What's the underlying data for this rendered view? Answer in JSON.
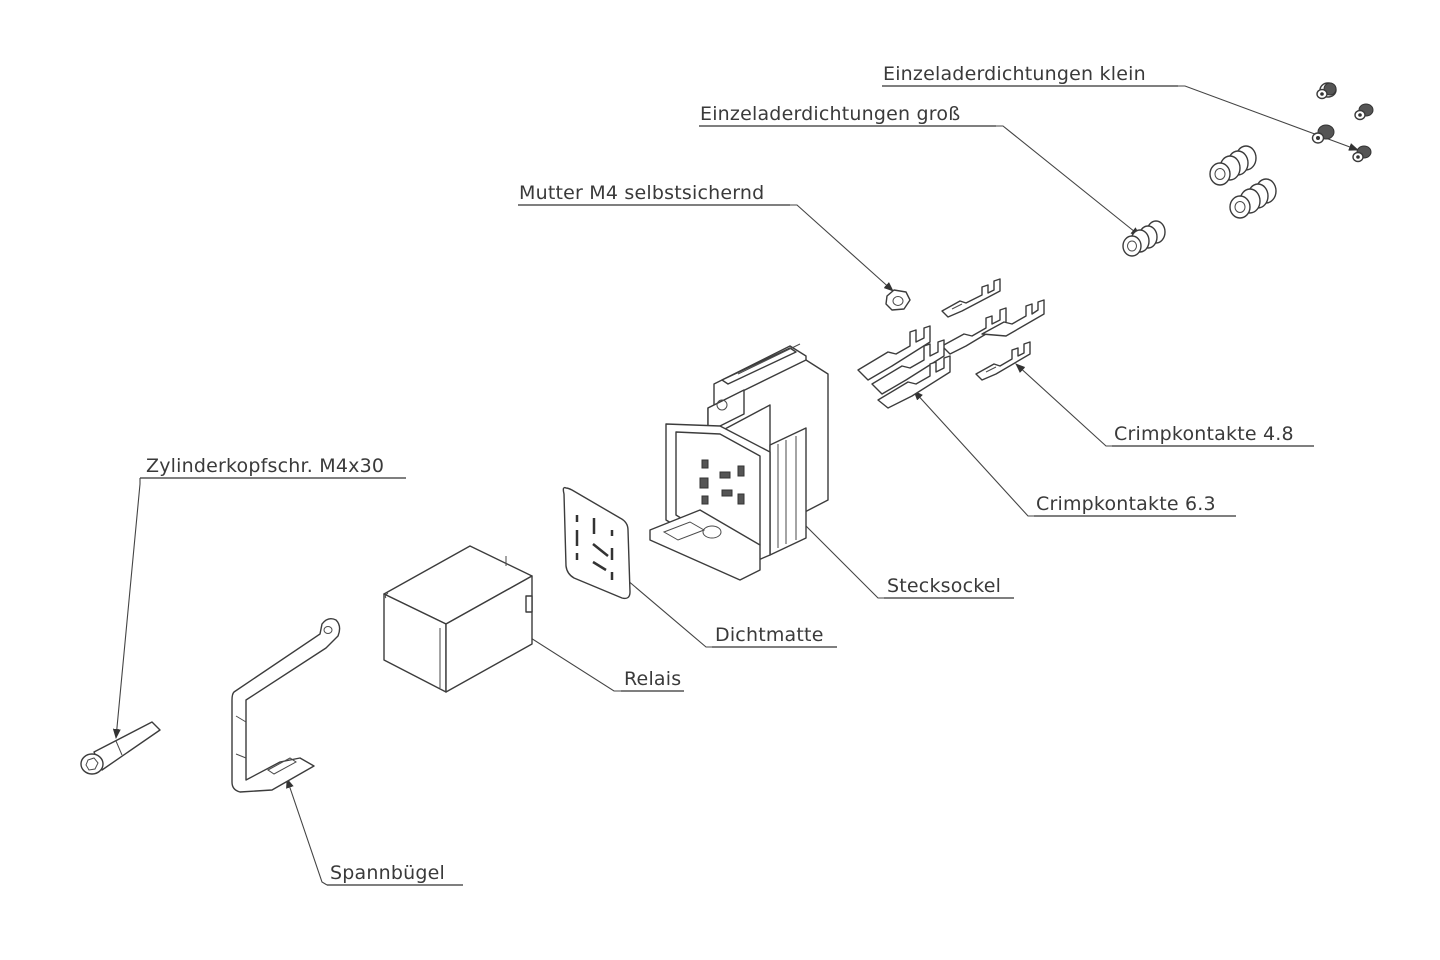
{
  "diagram": {
    "type": "exploded-assembly-drawing",
    "labels": {
      "einzelader_klein": "Einzeladerdichtungen klein",
      "einzelader_gross": "Einzeladerdichtungen groß",
      "mutter": "Mutter M4 selbstsichernd",
      "crimp_48": "Crimpkontakte 4.8",
      "crimp_63": "Crimpkontakte 6.3",
      "zylinder": "Zylinderkopfschr. M4x30",
      "stecksockel": "Stecksockel",
      "dichtmatte": "Dichtmatte",
      "relais": "Relais",
      "spannbuegel": "Spannbügel"
    }
  }
}
